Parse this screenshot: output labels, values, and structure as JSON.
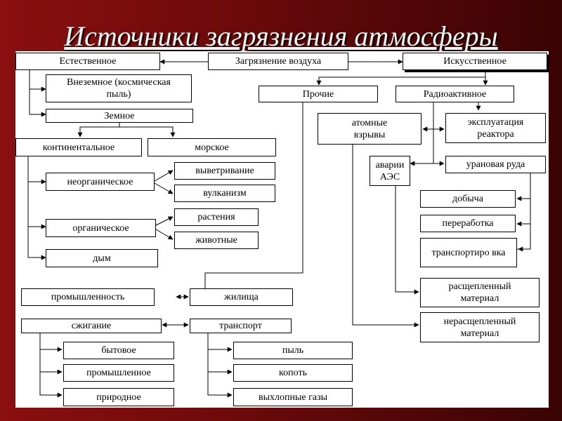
{
  "title": "Источники загрязнения атмосферы",
  "nodes": {
    "root": "Загрязнение воздуха",
    "natural": "Естественное",
    "artificial": "Искусственное",
    "extraterrestrial": "Внеземное (космическая пыль)",
    "terrestrial": "Земное",
    "continental": "континентальное",
    "marine": "морское",
    "inorganic": "неорганическое",
    "weathering": "выветривание",
    "volcanism": "вулканизм",
    "organic": "органическое",
    "plants": "растения",
    "animals": "животные",
    "smoke": "дым",
    "other": "Прочие",
    "radioactive": "Радиоактивное",
    "atomic_explosions": "атомные взрывы",
    "reactor_operation": "эксплуатация реактора",
    "npp_accidents": "аварии АЭС",
    "uranium_ore": "урановая руда",
    "mining": "добыча",
    "processing": "переработка",
    "transportation": "транспортиро вка",
    "fission_material": "расщепленный материал",
    "non_fission_material": "нерасщепленный материал",
    "industry": "промышленность",
    "housing": "жилища",
    "burning": "сжигание",
    "transport": "транспорт",
    "household": "бытовое",
    "industrial": "промышленное",
    "natural_burning": "природное",
    "dust": "пыль",
    "soot": "копоть",
    "exhaust": "выхлопные газы"
  }
}
